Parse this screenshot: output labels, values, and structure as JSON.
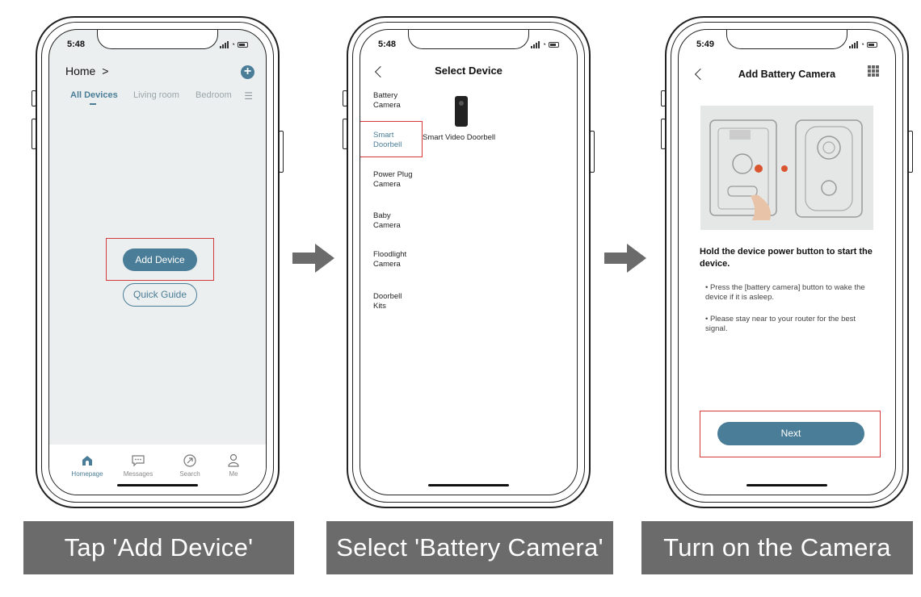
{
  "colors": {
    "accent": "#4a7d97",
    "highlight": "#d43a3a",
    "caption_bg": "#6b6b6b",
    "arrow": "#6b6b6b"
  },
  "phone1": {
    "time": "5:48",
    "title": "Home",
    "title_chevron": ">",
    "tabs": [
      "All Devices",
      "Living room",
      "Bedroom"
    ],
    "add_device": "Add Device",
    "quick_guide": "Quick Guide",
    "nav": [
      "Homepage",
      "Messages",
      "Search",
      "Me"
    ]
  },
  "phone2": {
    "time": "5:48",
    "title": "Select Device",
    "categories": [
      "Battery\nCamera",
      "Smart\nDoorbell",
      "Power Plug\nCamera",
      "Baby\nCamera",
      "Floodlight\nCamera",
      "Doorbell\nKits"
    ],
    "selected_category": "Smart Doorbell",
    "device_label": "Smart Video Doorbell"
  },
  "phone3": {
    "time": "5:49",
    "title": "Add Battery Camera",
    "heading": "Hold the device power button to start the device.",
    "bullets": [
      "Press the [battery camera] button to wake the device if it is asleep.",
      "Please stay near to your router for the best signal."
    ],
    "next": "Next"
  },
  "captions": [
    "Tap 'Add Device'",
    "Select 'Battery Camera'",
    "Turn on the Camera"
  ],
  "icons": [
    "home-icon",
    "messages-icon",
    "search-icon",
    "user-icon",
    "plus-icon",
    "menu-icon",
    "back-icon",
    "qr-icon",
    "arrow-right-icon"
  ]
}
